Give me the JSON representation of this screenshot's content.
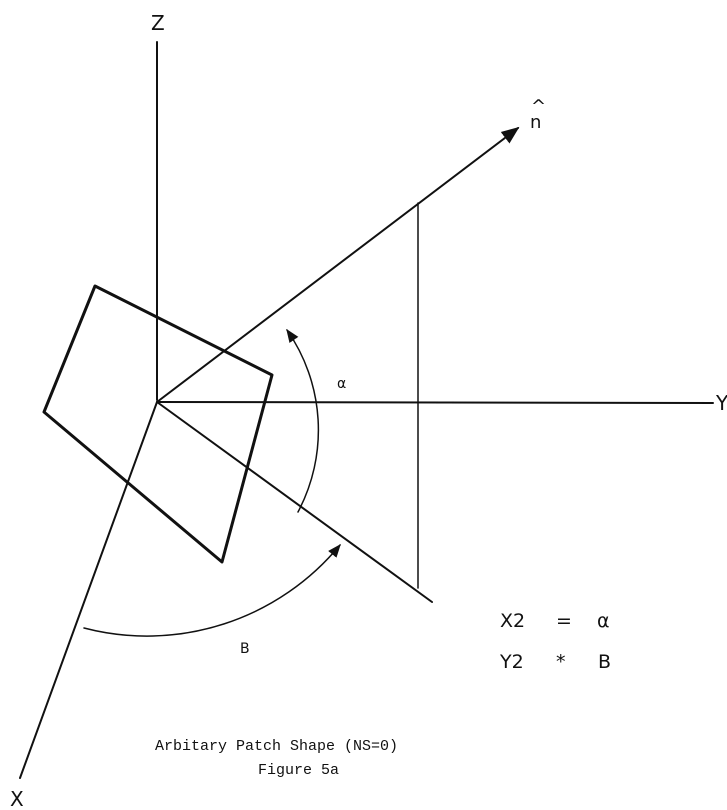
{
  "axes": {
    "z_label": "Z",
    "y_label": "Y",
    "x_label": "X",
    "normal_label": "n",
    "normal_hat": "^"
  },
  "angles": {
    "alpha_label": "α",
    "beta_label": "B"
  },
  "legend": {
    "row1": {
      "name": "X2",
      "op": "=",
      "value": "α"
    },
    "row2": {
      "name": "Y2",
      "op": "*",
      "value": "B"
    }
  },
  "caption": {
    "line1": "Arbitary Patch Shape (NS=0)",
    "line2": "Figure 5a"
  }
}
